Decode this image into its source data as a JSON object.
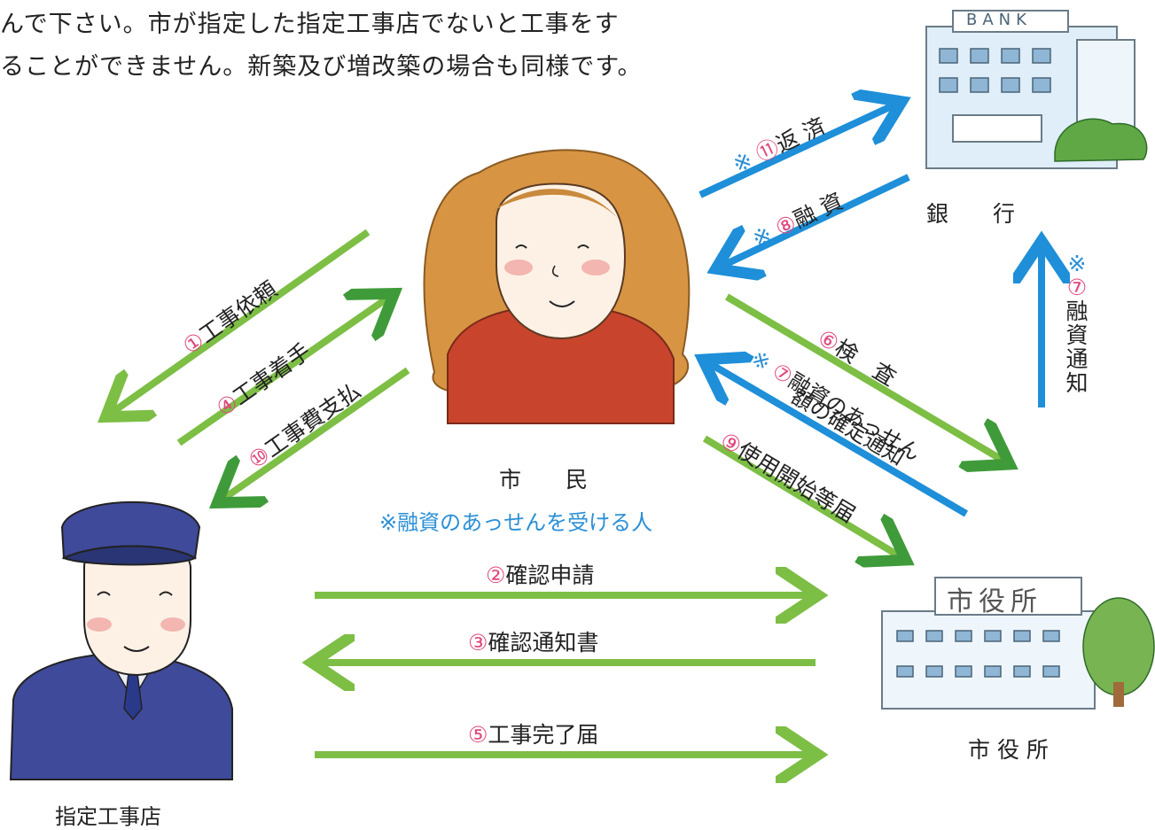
{
  "intro": {
    "line1": "んで下さい。市が指定した指定工事店でないと工事をす",
    "line2": "ることができません。新築及び増改築の場合も同様です。"
  },
  "actors": {
    "citizen": "市　　民",
    "citizen_note": "※融資のあっせんを受ける人",
    "contractor": "指定工事店",
    "bank": "銀　　行",
    "bank_sign": "BANK",
    "city_office": "市 役 所",
    "city_office_sign": "市役所"
  },
  "steps": {
    "s1": {
      "num": "①",
      "text": "工事依頼"
    },
    "s4": {
      "num": "④",
      "text": "工事着手"
    },
    "s10": {
      "num": "⑩",
      "text": "工事費支払"
    },
    "s2": {
      "num": "②",
      "text": "確認申請"
    },
    "s3": {
      "num": "③",
      "text": "確認通知書"
    },
    "s5": {
      "num": "⑤",
      "text": "工事完了届"
    },
    "s6": {
      "num": "⑥",
      "text": "検　査"
    },
    "s7a": {
      "mark": "※",
      "num": "⑦",
      "text": "融資のあっせん",
      "text2": "額の確定通知"
    },
    "s9": {
      "num": "⑨",
      "text": "使用開始等届"
    },
    "s11": {
      "mark": "※",
      "num": "⑪",
      "text": "返 済"
    },
    "s8": {
      "mark": "※",
      "num": "⑧",
      "text": "融 資"
    },
    "s7b": {
      "mark": "※",
      "num": "⑦",
      "chars": [
        "融",
        "資",
        "通",
        "知"
      ]
    }
  },
  "colors": {
    "green": "#7dbe45",
    "green_head": "#3f9b3a",
    "blue": "#1e8fd8",
    "pink": "#e0487e",
    "hair": "#c98a3c",
    "shirt": "#c9442c",
    "uniform": "#3f4a9a"
  }
}
